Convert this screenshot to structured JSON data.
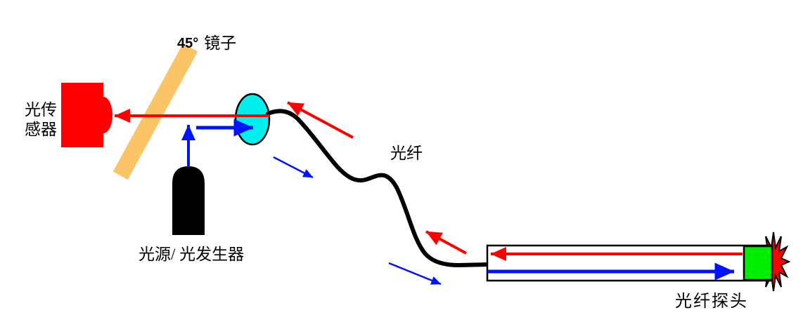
{
  "labels": {
    "mirror_angle": "45°",
    "mirror_name": "镜子",
    "sensor": "光传\n感器",
    "light_source": "光源/ 光发生器",
    "fiber": "光纤",
    "probe": "光纤探头"
  },
  "colors": {
    "beam_red": "#ff0000",
    "beam_blue": "#0013ff",
    "mirror_tan": "#fbc567",
    "lens_cyan": "#00f0f0",
    "probe_green": "#00ee00",
    "device_black": "#000000",
    "probe_body": "#ffffff",
    "outline": "#000000",
    "background": "#ffffff"
  }
}
